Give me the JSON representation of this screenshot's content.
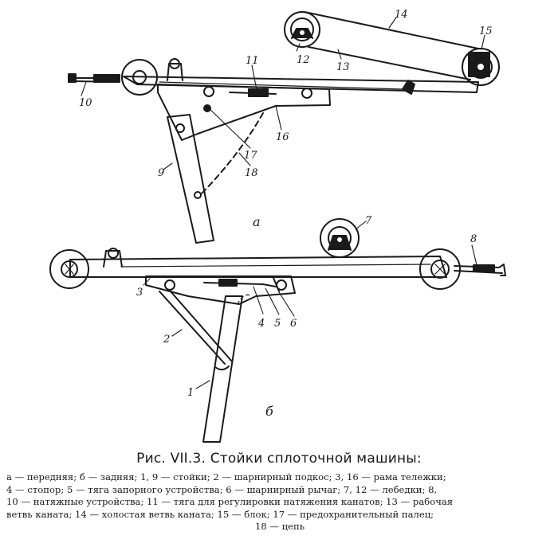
{
  "figure": {
    "subfigures": [
      {
        "id": "a",
        "label": "а"
      },
      {
        "id": "b",
        "label": "б"
      }
    ],
    "callouts_a": [
      "10",
      "11",
      "12",
      "13",
      "14",
      "15",
      "16",
      "17",
      "18",
      "9"
    ],
    "callouts_b": [
      "1",
      "2",
      "3",
      "4",
      "5",
      "6",
      "7",
      "8"
    ]
  },
  "caption": {
    "title": "Рис. VII.3. Стойки сплоточной машины:",
    "legend_lines": [
      "а — передняя; б — задняя; 1, 9 — стойки; 2 — шарнирный подкос; 3, 16 — рама тележки;",
      "4 — стопор; 5 — тяга запорного устройства; 6 — шарнирный рычаг; 7, 12 — лебедки; 8,",
      "10 — натяжные устройства; 11 — тяга для регулировки натяжения канатов; 13 — рабочая",
      "ветвь каната; 14 — холостая ветвь каната; 15 — блок; 17 — предохранительный палец;",
      "18 — цепь"
    ]
  }
}
